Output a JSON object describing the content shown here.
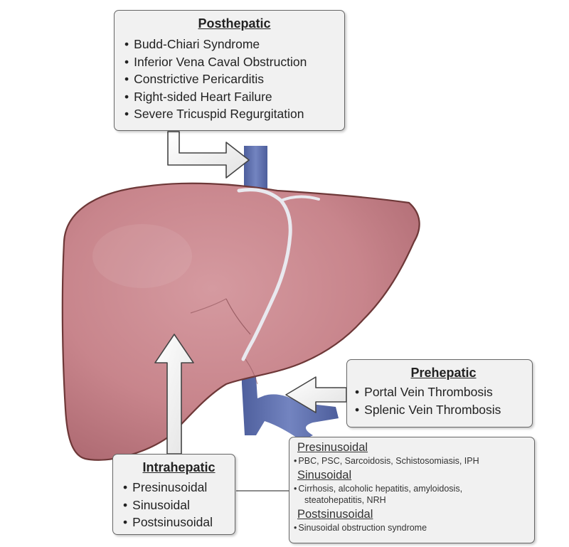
{
  "posthepatic": {
    "title": "Posthepatic",
    "items": [
      "Budd-Chiari Syndrome",
      "Inferior Vena Caval Obstruction",
      "Constrictive Pericarditis",
      "Right-sided Heart Failure",
      "Severe Tricuspid Regurgitation"
    ]
  },
  "prehepatic": {
    "title": "Prehepatic",
    "items": [
      "Portal Vein Thrombosis",
      "Splenic Vein Thrombosis"
    ]
  },
  "intrahepatic": {
    "title": "Intrahepatic",
    "items": [
      "Presinusoidal",
      "Sinusoidal",
      "Postsinusoidal"
    ]
  },
  "intrahepatic_detail": {
    "presinusoidal": {
      "title": "Presinusoidal",
      "text": "PBC, PSC, Sarcoidosis, Schistosomiasis, IPH"
    },
    "sinusoidal": {
      "title": "Sinusoidal",
      "text_line1": "Cirrhosis, alcoholic hepatitis, amyloidosis,",
      "text_line2": "steatohepatitis, NRH"
    },
    "postsinusoidal": {
      "title": "Postsinusoidal",
      "text": "Sinusoidal obstruction syndrome"
    }
  },
  "colors": {
    "liver": "#c8858c",
    "liver_outline": "#6e3838",
    "vein": "#5d6fad",
    "box_bg": "#f1f1f1",
    "box_border": "#666666"
  }
}
